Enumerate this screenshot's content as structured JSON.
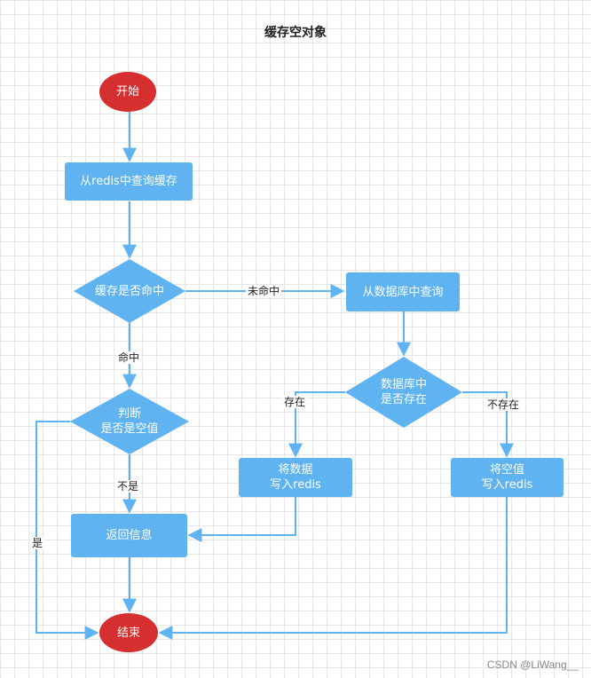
{
  "title": "缓存空对象",
  "nodes": {
    "start": "开始",
    "query_redis": "从redis中查询缓存",
    "cache_hit": "缓存是否命中",
    "query_db": "从数据库中查询",
    "db_exists": "数据库中\n是否存在",
    "is_empty": "判断\n是否是空值",
    "write_data": "将数据\n写入redis",
    "write_empty": "将空值\n写入redis",
    "return_info": "返回信息",
    "end": "结束"
  },
  "edge_labels": {
    "miss": "未命中",
    "hit": "命中",
    "exists": "存在",
    "not_exists": "不存在",
    "not_empty": "不是",
    "yes": "是"
  },
  "watermark": "CSDN @LiWang__",
  "colors": {
    "rect": "#5eb3f0",
    "terminal": "#d62f2f",
    "edge": "#5eb3f0"
  }
}
